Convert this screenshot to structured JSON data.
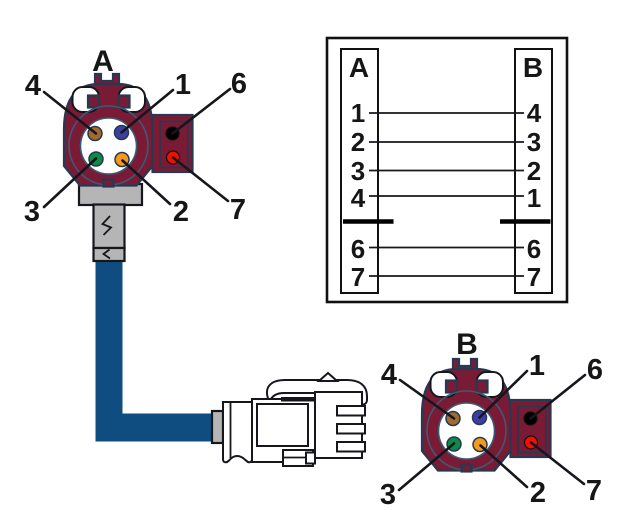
{
  "connector_a": {
    "title": "A",
    "labels": {
      "pin1": "1",
      "pin2": "2",
      "pin3": "3",
      "pin4": "4",
      "pin6": "6",
      "pin7": "7"
    }
  },
  "connector_b": {
    "title": "B",
    "labels": {
      "pin1": "1",
      "pin2": "2",
      "pin3": "3",
      "pin4": "4",
      "pin6": "6",
      "pin7": "7"
    }
  },
  "wiring_table": {
    "left_header": "A",
    "right_header": "B",
    "rows": [
      {
        "a": "1",
        "b": "4"
      },
      {
        "a": "2",
        "b": "3"
      },
      {
        "a": "3",
        "b": "2"
      },
      {
        "a": "4",
        "b": "1"
      },
      {
        "a": "6",
        "b": "6"
      },
      {
        "a": "7",
        "b": "7"
      }
    ]
  },
  "colors": {
    "connector_body": "#7a1b36",
    "body_outline": "#263951",
    "ring_slate": "#3b5a76",
    "stem_gray": "#b5b5b5",
    "cable_blue": "#0f4d80",
    "line_black": "#16161d",
    "pin_1_blue": "#3c3f9f",
    "pin_2_orange": "#f39a1d",
    "pin_3_green": "#0f8a46",
    "pin_4_brown": "#a26b2e",
    "pin_6_black": "#000000",
    "pin_7_red": "#ee1100"
  }
}
